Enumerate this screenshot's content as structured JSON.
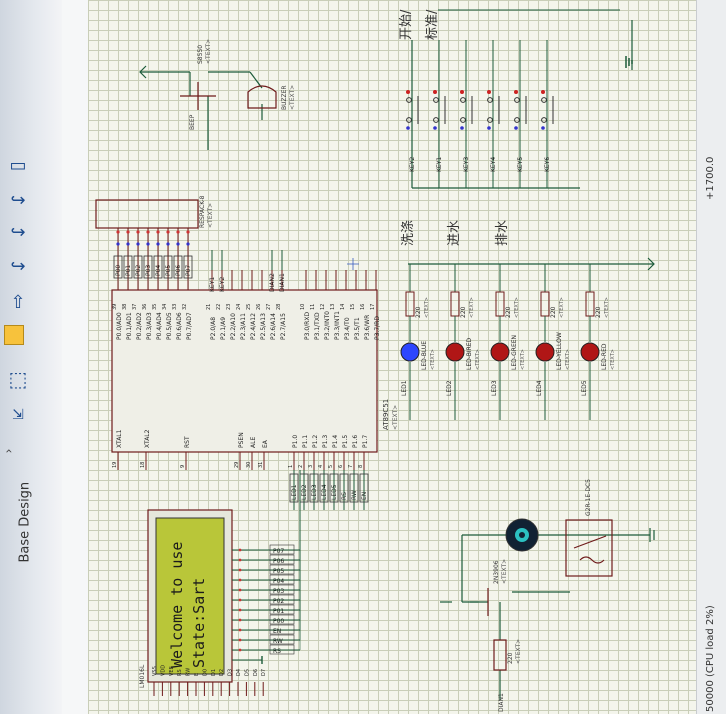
{
  "sidebar": {
    "panel_title": "Base Design",
    "tools": [
      "arrow-tool",
      "pointer-tool",
      "wire-tool",
      "bus-tool",
      "pin-tool",
      "probe-tool",
      "selection-box-tool",
      "selection-box-tool-2",
      "export-tool"
    ]
  },
  "status": {
    "coordinate": "+1700.0",
    "cpu_load": "50000 (CPU load 2%)"
  },
  "mcu": {
    "name": "AT89C51",
    "subname": "<TEXT>",
    "left_pins": [
      "XTAL1",
      "XTAL2",
      "RST",
      "PSEN",
      "ALE",
      "EA"
    ],
    "left_nums": [
      "19",
      "18",
      "9",
      "29",
      "30",
      "31"
    ],
    "p0": [
      "P0.0/AD0",
      "P0.1/AD1",
      "P0.2/AD2",
      "P0.3/AD3",
      "P0.4/AD4",
      "P0.5/AD5",
      "P0.6/AD6",
      "P0.7/AD7"
    ],
    "p0_nums": [
      "39",
      "38",
      "37",
      "36",
      "35",
      "34",
      "33",
      "32"
    ],
    "p2": [
      "P2.0/A8",
      "P2.1/A9",
      "P2.2/A10",
      "P2.3/A11",
      "P2.4/A12",
      "P2.5/A13",
      "P2.6/A14",
      "P2.7/A15"
    ],
    "p2_nums": [
      "21",
      "22",
      "23",
      "24",
      "25",
      "26",
      "27",
      "28"
    ],
    "p3": [
      "P3.0/RXD",
      "P3.1/TXD",
      "P3.2/INT0",
      "P3.3/INT1",
      "P3.4/T0",
      "P3.5/T1",
      "P3.6/WR",
      "P3.7/RD"
    ],
    "p3_nums": [
      "10",
      "11",
      "12",
      "13",
      "14",
      "15",
      "16",
      "17"
    ],
    "p1": [
      "P1.0",
      "P1.1",
      "P1.2",
      "P1.3",
      "P1.4",
      "P1.5",
      "P1.6",
      "P1.7"
    ],
    "p1_nums": [
      "1",
      "2",
      "3",
      "4",
      "5",
      "6",
      "7",
      "8"
    ],
    "p1_nets": [
      "LED1",
      "LED2",
      "LED3",
      "LED4",
      "LED5",
      "RS",
      "RW",
      "EN"
    ],
    "p2_nets": [
      "KEY1",
      "KEY2",
      "",
      "",
      "",
      "",
      "DIAN2",
      "DIAN1"
    ]
  },
  "respack": {
    "name": "RESPACK-8",
    "subname": "<TEXT>",
    "nets": [
      "P00",
      "P01",
      "P02",
      "P03",
      "P04",
      "P05",
      "P06",
      "P07"
    ]
  },
  "lcd": {
    "name": "LM016L",
    "line1": "Welcome to use",
    "line2": "State:Sart",
    "pins": [
      "VSS",
      "VDD",
      "VEE",
      "RS",
      "RW",
      "E",
      "D0",
      "D1",
      "D2",
      "D3",
      "D4",
      "D5",
      "D6",
      "D7"
    ],
    "nets": [
      "RS",
      "RW",
      "EN",
      "P00",
      "P01",
      "P02",
      "P03",
      "P04",
      "P05",
      "P06",
      "P07"
    ]
  },
  "beep": {
    "transistor": "BEEP",
    "part": "S8550",
    "subname": "<TEXT>",
    "buzzer": "BUZZER",
    "buzzer_sub": "<TEXT>"
  },
  "keys": {
    "labels": [
      "KEY2",
      "KEY1",
      "KEY3",
      "KEY4",
      "KEY5",
      "KEY6"
    ],
    "captions": [
      "开始/",
      "标准/"
    ]
  },
  "leds": {
    "labels": [
      "LED1",
      "LED2",
      "LED3",
      "LED4",
      "LED5"
    ],
    "parts": [
      "LED-BLUE",
      "LED-BIRED",
      "LED-GREEN",
      "LED-YELLOW",
      "LED-RED"
    ],
    "resistor": "220",
    "subname": "<TEXT>",
    "captions": [
      "洗涤",
      "进水",
      "排水"
    ]
  },
  "motor": {
    "relay": "G2R-1E-DC5",
    "transistor": "2N3906",
    "resistor": "220",
    "net": "DIAN1",
    "subname": "<TEXT>"
  },
  "colors": {
    "wire": "#1c5b3a",
    "component": "#8a1a1a",
    "lcd_bg": "#b9c639",
    "led_red": "#b01616",
    "led_blue": "#2d46ff",
    "grid_bg": "#f4f5ec"
  }
}
